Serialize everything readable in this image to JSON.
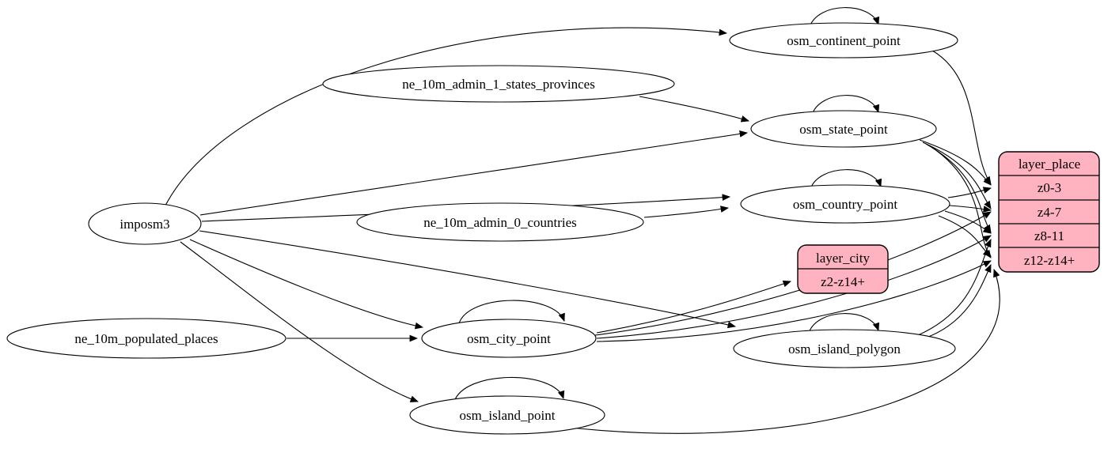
{
  "diagram": {
    "background": "#ffffff",
    "colors": {
      "table_fill": "#ffffff",
      "layer_fill": "#ffb3c1",
      "stroke": "#000000"
    },
    "sources": {
      "imposm3": {
        "label": "imposm3"
      },
      "ne_states": {
        "label": "ne_10m_admin_1_states_provinces"
      },
      "ne_countries": {
        "label": "ne_10m_admin_0_countries"
      },
      "ne_places": {
        "label": "ne_10m_populated_places"
      }
    },
    "tables": {
      "continent": {
        "label": "osm_continent_point"
      },
      "state": {
        "label": "osm_state_point"
      },
      "country": {
        "label": "osm_country_point"
      },
      "city": {
        "label": "osm_city_point"
      },
      "island_polygon": {
        "label": "osm_island_polygon"
      },
      "island_point": {
        "label": "osm_island_point"
      }
    },
    "layers": {
      "place": {
        "title": "layer_place",
        "rows": [
          "z0-3",
          "z4-7",
          "z8-11",
          "z12-z14+"
        ]
      },
      "city": {
        "title": "layer_city",
        "rows": [
          "z2-z14+"
        ]
      }
    }
  }
}
